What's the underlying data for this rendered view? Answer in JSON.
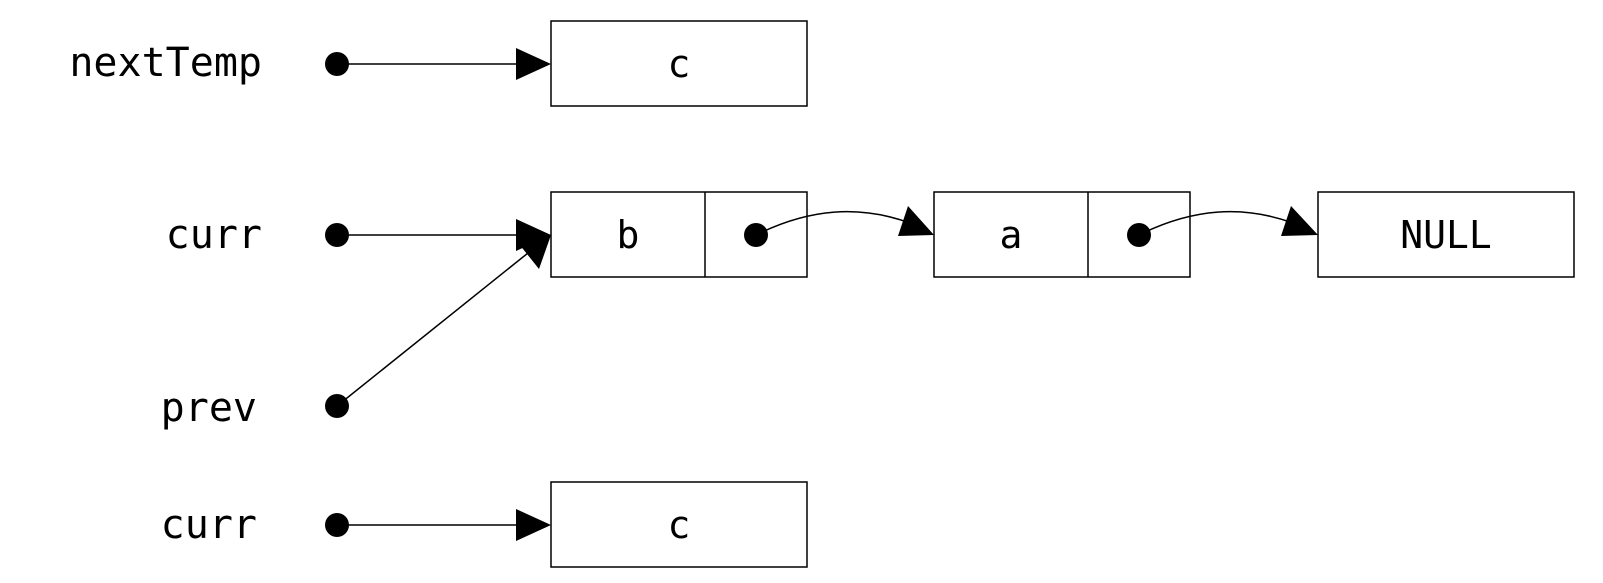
{
  "variables": {
    "nextTemp": "nextTemp",
    "curr_top": "curr",
    "prev": "prev",
    "curr_bottom": "curr"
  },
  "nodes": {
    "nextTemp_target": "c",
    "node_b": "b",
    "node_a": "a",
    "null_node": "NULL",
    "curr_bottom_target": "c"
  }
}
